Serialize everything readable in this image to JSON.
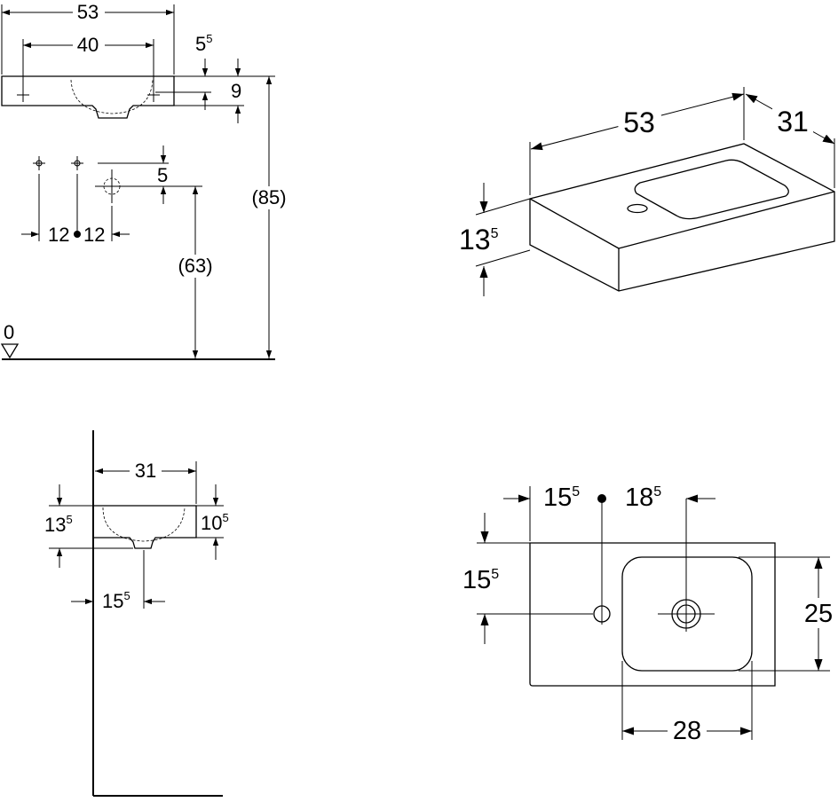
{
  "front_view": {
    "width": "53",
    "bowl_width": "40",
    "top_drop_main": "5",
    "top_drop_sup": "5",
    "basin_height": "9",
    "tap_offset": "5",
    "tap_spacing_left": "12",
    "tap_spacing_right": "12",
    "total_height": "(85)",
    "mount_height": "(63)",
    "floor_level": "0"
  },
  "iso_view": {
    "width": "53",
    "depth": "31",
    "height_main": "13",
    "height_sup": "5"
  },
  "side_view": {
    "depth": "31",
    "height_main": "13",
    "height_sup": "5",
    "bowl_height_main": "10",
    "bowl_height_sup": "5",
    "drain_offset_main": "15",
    "drain_offset_sup": "5"
  },
  "top_view": {
    "tap_left_main": "15",
    "tap_left_sup": "5",
    "drain_from_tap_main": "18",
    "drain_from_tap_sup": "5",
    "tap_from_back_main": "15",
    "tap_from_back_sup": "5",
    "bowl_depth": "25",
    "bowl_width": "28"
  }
}
